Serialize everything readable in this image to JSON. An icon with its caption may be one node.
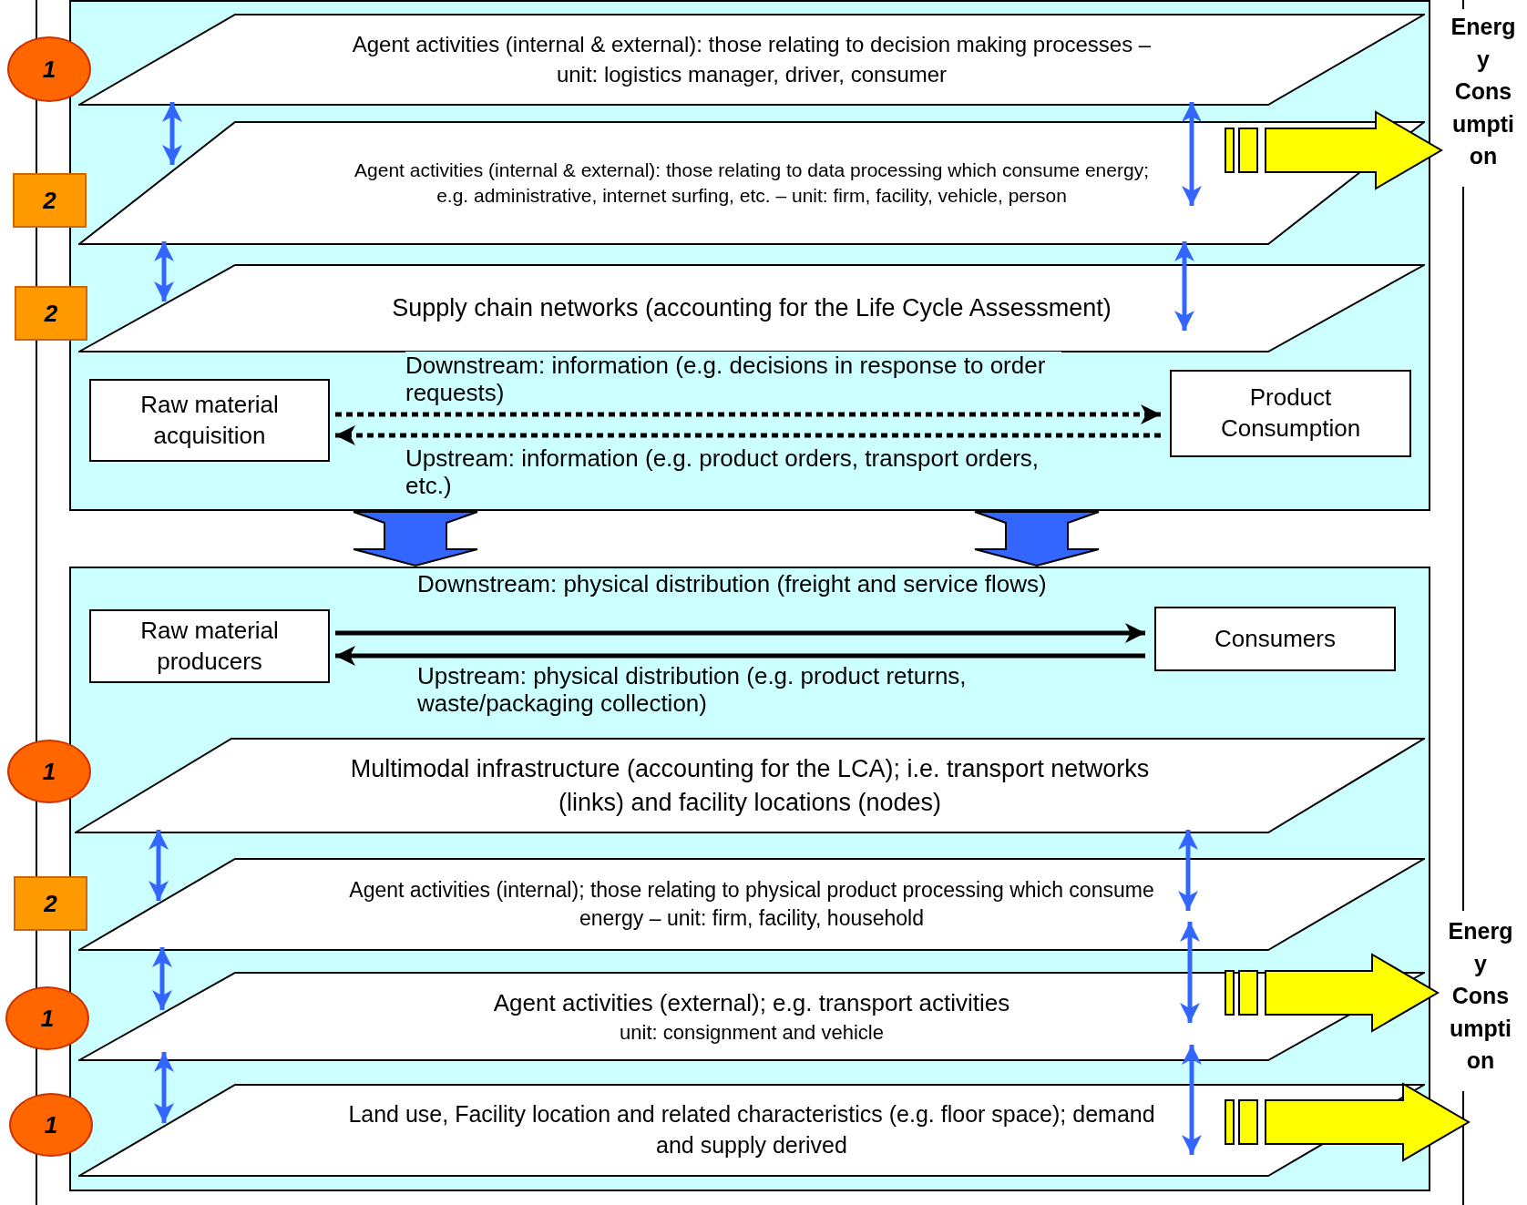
{
  "diagram": {
    "nodes": [
      {
        "text": [],
        "shape": "box"
      },
      {
        "text": [
          "Agent activities (internal & external): those relating to decision making processes – unit: logistics manager, driver, consumer"
        ],
        "in": 0
      },
      {
        "text": [
          "Agent activities (internal & external): those relating to data processing which consume energy; e.g. administrative, internet surfing, etc. – unit: firm, facility, vehicle, person"
        ],
        "in": 0
      },
      {
        "text": [
          "Supply chain networks (accounting for the Life Cycle Assessment)"
        ],
        "in": 0
      },
      {
        "text": [
          "Raw material acquisition"
        ],
        "in": 0
      },
      {
        "text": [
          "Product Consumption"
        ],
        "in": 0
      },
      {
        "text": [],
        "shape": "box"
      },
      {
        "text": [
          "Raw material producers"
        ],
        "in": 6
      },
      {
        "text": [
          "Consumers"
        ],
        "in": 6
      },
      {
        "text": [
          "Multimodal infrastructure (accounting for the LCA); i.e. transport networks (links) and facility locations (nodes)"
        ],
        "in": 6
      },
      {
        "text": [
          "Agent activities (internal); those relating to physical product processing which consume energy – unit: firm, facility, household"
        ],
        "in": 6
      },
      {
        "text": [
          "Agent activities (external); e.g. transport activities",
          "unit: consignment and vehicle"
        ],
        "in": 6
      },
      {
        "text": [
          "Land use, Facility location and related characteristics (e.g. floor space); demand and supply derived"
        ],
        "in": 6
      },
      {
        "text": [
          "1"
        ]
      },
      {
        "text": [
          "2"
        ]
      },
      {
        "text": [
          "2"
        ]
      },
      {
        "text": [
          "1"
        ]
      },
      {
        "text": [
          "2"
        ]
      },
      {
        "text": [
          "1"
        ]
      },
      {
        "text": [
          "1"
        ]
      },
      {
        "text": [
          "Energy Consumption"
        ]
      },
      {
        "text": [
          "Energy Consumption"
        ]
      }
    ],
    "edges": [
      {
        "from": 1,
        "to": 2,
        "arrow": "both"
      },
      {
        "from": 1,
        "to": 2,
        "arrow": "both"
      },
      {
        "from": 2,
        "to": 3,
        "arrow": "both"
      },
      {
        "from": 2,
        "to": 3,
        "arrow": "both"
      },
      {
        "from": 4,
        "to": 5,
        "arrow": "to",
        "style": "dashed",
        "color": "#000000",
        "label": "Downstream: information (e.g. decisions in response to order requests)"
      },
      {
        "from": 5,
        "to": 4,
        "arrow": "to",
        "style": "dashed",
        "color": "#000000",
        "label": "Upstream: information (e.g. product orders, transport orders, etc.)"
      },
      {
        "from": 0,
        "to": 6,
        "arrow": "to",
        "style": "thick"
      },
      {
        "from": 0,
        "to": 6,
        "arrow": "to",
        "style": "thick"
      },
      {
        "from": 7,
        "to": 8,
        "arrow": "to",
        "color": "#000000",
        "label": "Downstream: physical distribution (freight and service flows)"
      },
      {
        "from": 8,
        "to": 7,
        "arrow": "to",
        "color": "#000000",
        "label": "Upstream: physical distribution (e.g. product returns, waste/packaging collection)"
      },
      {
        "from": 9,
        "to": 10,
        "arrow": "both"
      },
      {
        "from": 9,
        "to": 10,
        "arrow": "both"
      },
      {
        "from": 10,
        "to": 11,
        "arrow": "both"
      },
      {
        "from": 10,
        "to": 11,
        "arrow": "both"
      },
      {
        "from": 11,
        "to": 12,
        "arrow": "both"
      },
      {
        "from": 11,
        "to": 12,
        "arrow": "both"
      },
      {
        "from": 2,
        "to": 20,
        "arrow": "to",
        "style": "thick",
        "color": "#ffff00"
      },
      {
        "from": 11,
        "to": 21,
        "arrow": "to",
        "style": "thick",
        "color": "#ffff00"
      },
      {
        "from": 12,
        "to": null,
        "arrow": "to",
        "style": "thick",
        "color": "#ffff00"
      }
    ]
  }
}
